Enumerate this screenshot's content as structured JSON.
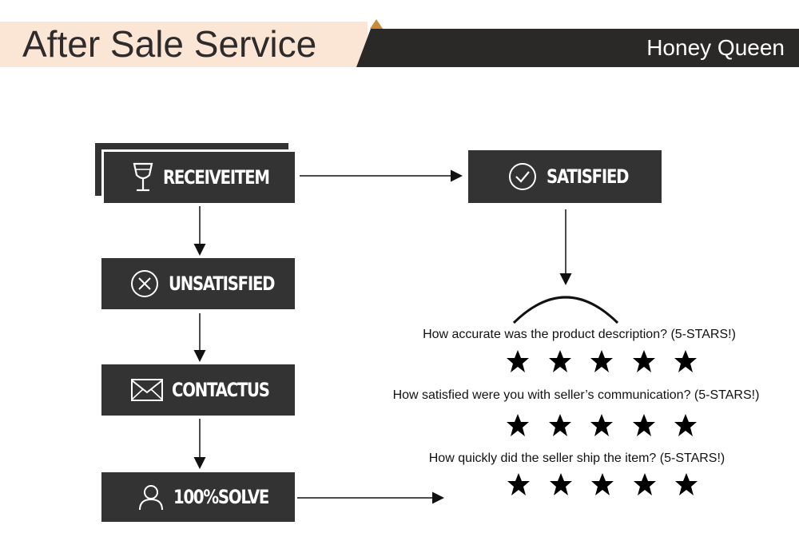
{
  "header": {
    "title": "After Sale Service",
    "brand": "Honey Queen"
  },
  "flow": {
    "receive_item": "RECEIVEITEM",
    "satisfied": "SATISFIED",
    "unsatisfied": "UNSATISFIED",
    "contact_us": "CONTACTUS",
    "solve": "100%SOLVE"
  },
  "ratings": [
    {
      "question": "How accurate was the product description? (5-STARS!)",
      "stars": 5
    },
    {
      "question": "How satisfied were you with seller’s communication? (5-STARS!)",
      "stars": 5
    },
    {
      "question": "How quickly did the seller ship the item? (5-STARS!)",
      "stars": 5
    }
  ],
  "colors": {
    "box_fill": "#333333",
    "header_band": "#2b2828",
    "header_left": "#fbe6d6",
    "accent": "#c98a3a"
  },
  "icons": {
    "receive_item": "wine-glass-icon",
    "satisfied": "check-circle-icon",
    "unsatisfied": "x-circle-icon",
    "contact_us": "envelope-icon",
    "solve": "person-icon",
    "rating": "star-icon"
  }
}
